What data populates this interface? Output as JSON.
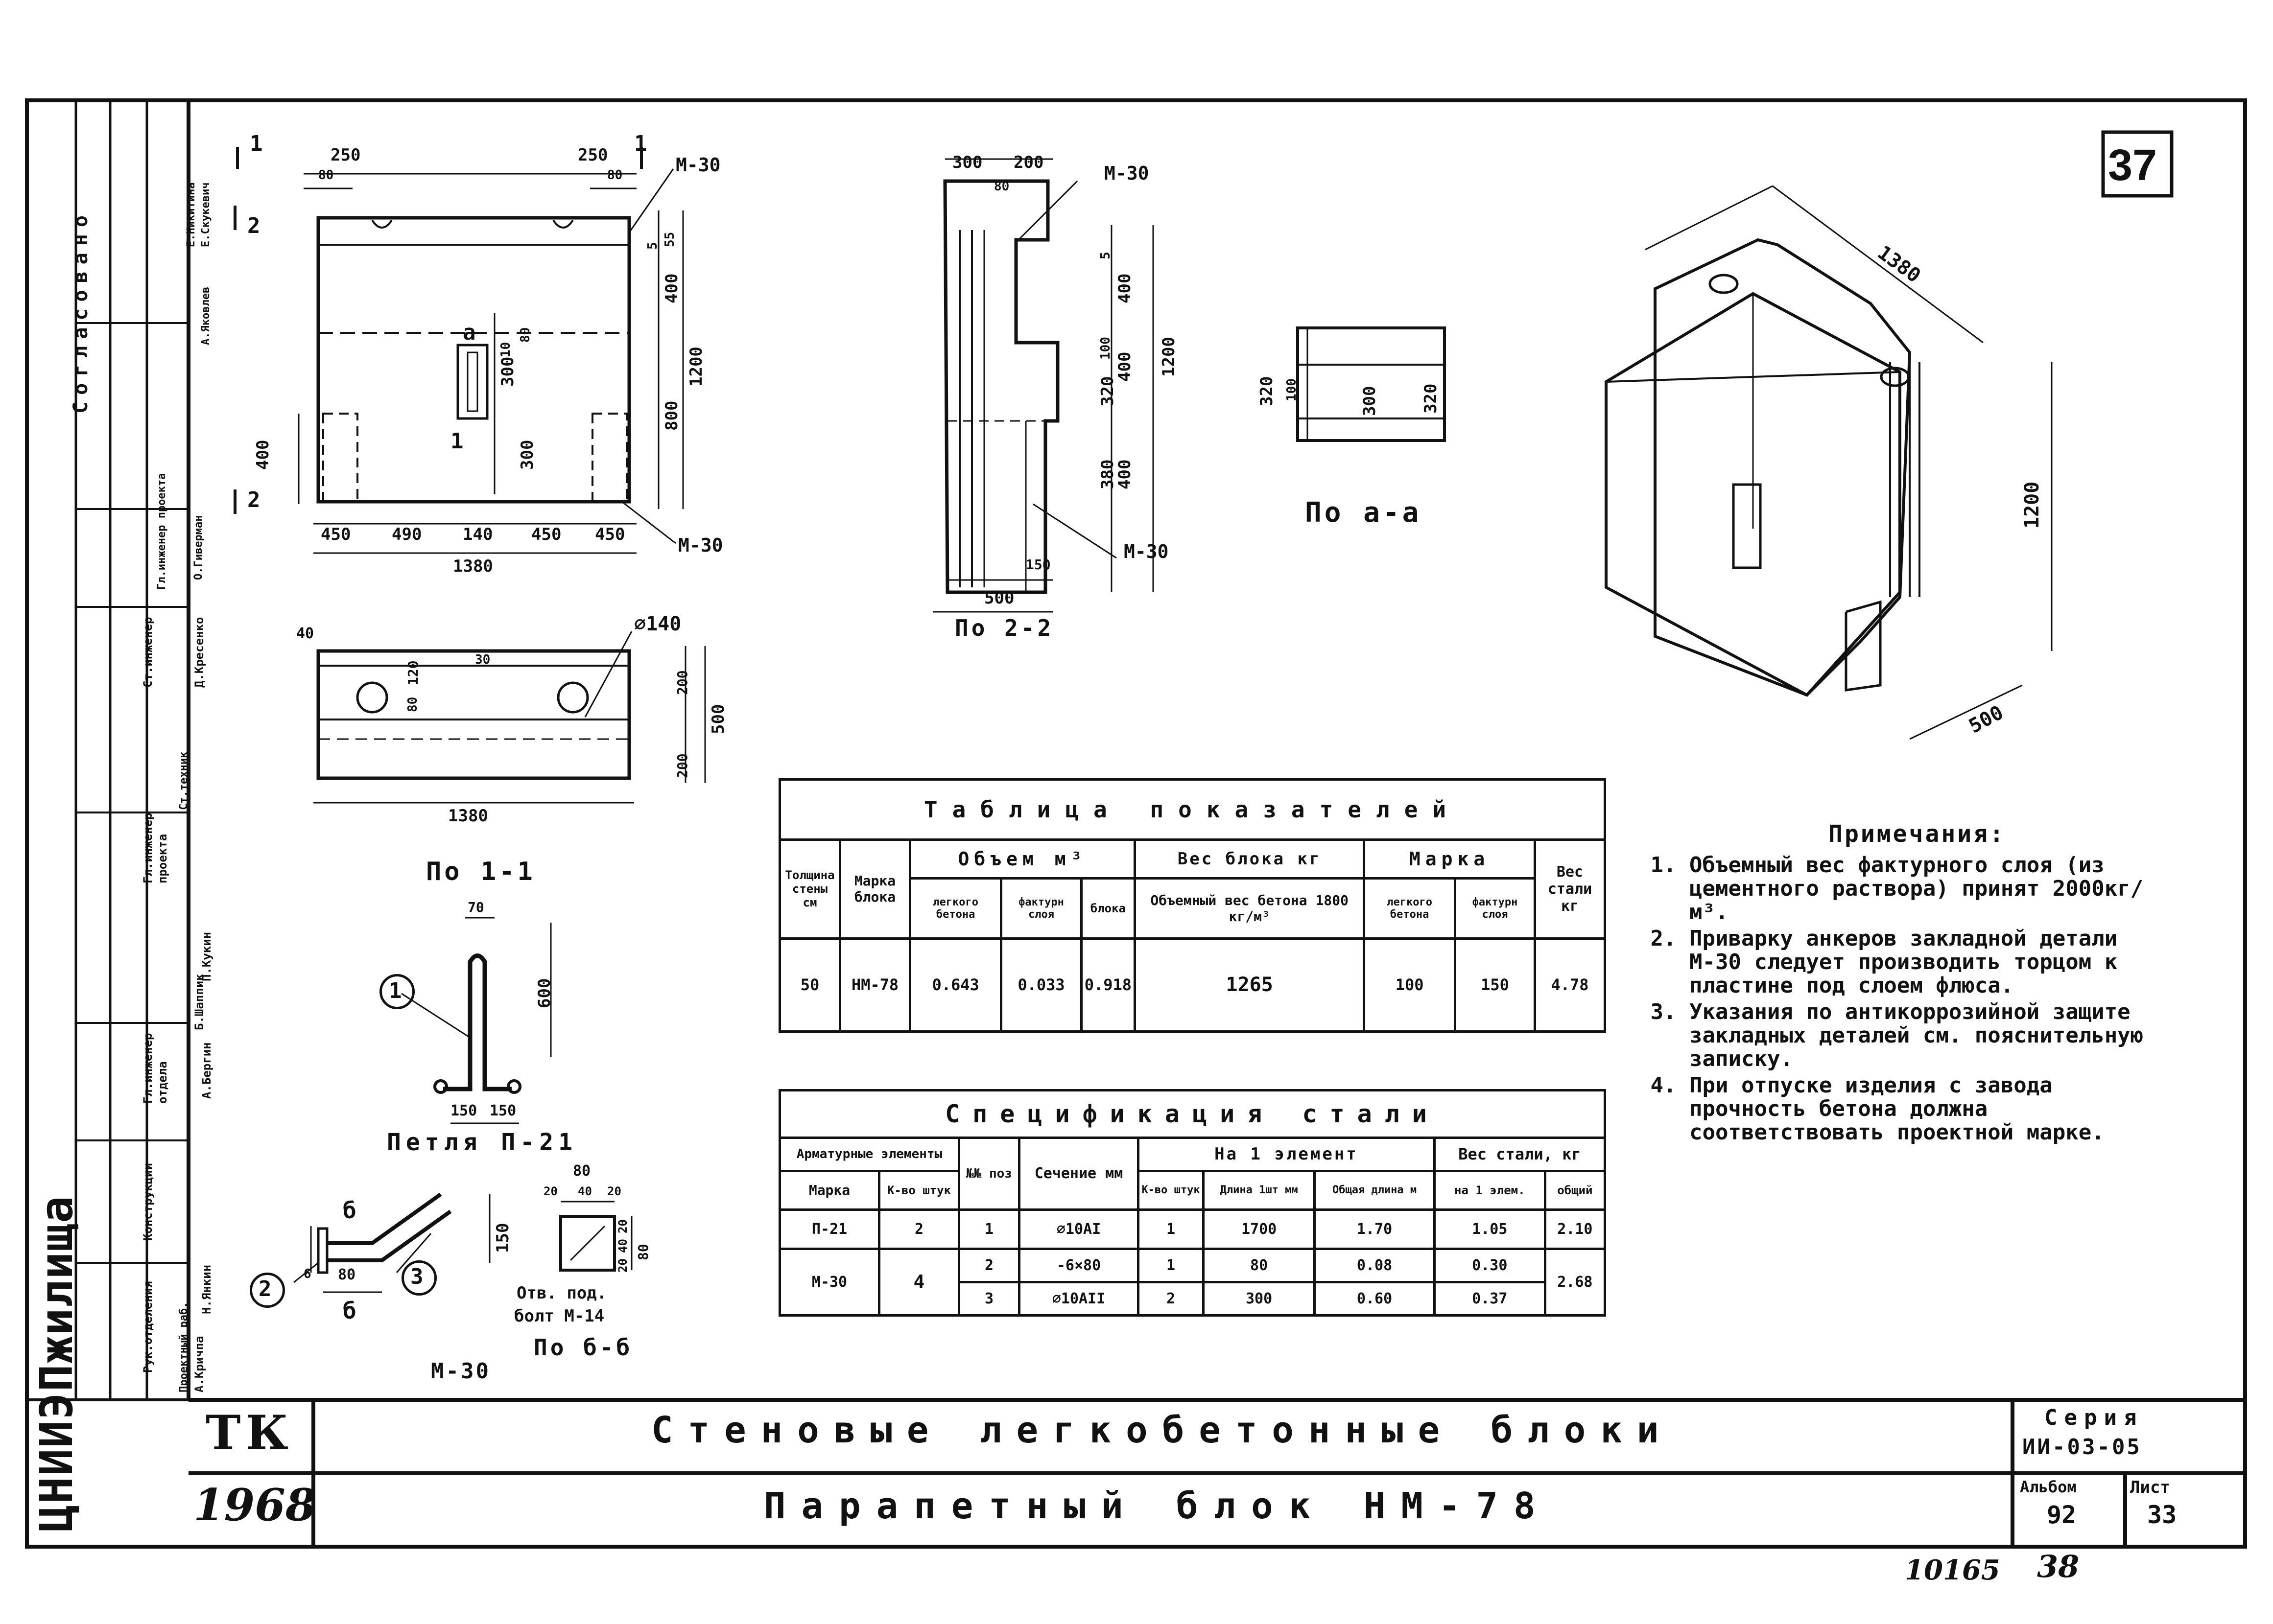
{
  "sheet_number": "37",
  "title_block": {
    "org": "ЦНИИЭПжилища",
    "code": "ТК",
    "year": "1968",
    "line1": "Стеновые легкобетонные блоки",
    "line2": "Парапетный блок НМ-78",
    "series_label": "Серия",
    "series_value": "ИИ-03-05",
    "album_label": "Альбом",
    "album_value": "92",
    "sheet_label": "Лист",
    "sheet_value": "33",
    "footer_inv": "10165",
    "footer_page": "38"
  },
  "side_stamp": {
    "agreed": "Согласовано",
    "rows": [
      [
        "Рук.отделения",
        "Конструкции"
      ],
      [
        "Гл.инженер",
        "отдела"
      ],
      [
        "Гл.инженер",
        "проекта"
      ],
      [
        "Ст.инженер",
        "Гл.инженер проекта"
      ],
      [
        "А.Кричпа",
        "Проектный раб."
      ],
      [
        "Б.Шаппик",
        "Ст.техник"
      ],
      [
        "Д.Кресенко",
        "О.Гиверман"
      ]
    ],
    "names": [
      "Н.Янкин",
      "А.Бергин",
      "П.Кукин",
      "А.Яковлев",
      "Е.Скукевич",
      "Е.Никитина"
    ]
  },
  "views": {
    "front": {
      "dims_top": [
        "250",
        "80",
        "250",
        "80"
      ],
      "dims_bottom": [
        "450",
        "490",
        "140",
        "450",
        "450"
      ],
      "total_width": "1380",
      "dims_right": [
        "55",
        "400",
        "800",
        "1200",
        "5"
      ],
      "dims_left": "400",
      "dims_center": [
        "300",
        "10",
        "300",
        "80"
      ],
      "section_marks": [
        "1",
        "1",
        "2",
        "2"
      ],
      "part_m30_top": "М-30",
      "part_m30_bottom": "М-30",
      "cut_a": "а",
      "mark_1_left": "1"
    },
    "section_2_2": {
      "title": "По 2-2",
      "dims_top": [
        "300",
        "200",
        "80"
      ],
      "dims_right": [
        "5",
        "400",
        "100",
        "320",
        "400",
        "380",
        "1200",
        "400"
      ],
      "dims_bottom": [
        "150",
        "500"
      ],
      "part_m30_top": "М-30",
      "part_m30_bottom": "М-30"
    },
    "section_a_a": {
      "title": "По а-а",
      "dims": [
        "320",
        "100",
        "300",
        "320"
      ]
    },
    "plan_1_1": {
      "title": "По 1-1",
      "dims": [
        "40",
        "120",
        "80",
        "30",
        "500",
        "200",
        "200"
      ],
      "total_width": "1380",
      "dia": "⌀140"
    },
    "loop": {
      "title": "Петля П-21",
      "dims": [
        "70",
        "600",
        "150",
        "150"
      ],
      "pos": "1"
    },
    "m30": {
      "title": "М-30",
      "section_label": "По б-б",
      "dims": [
        "80",
        "20",
        "40",
        "20",
        "150",
        "80",
        "6",
        "20",
        "40",
        "20"
      ],
      "cut_b": "б",
      "cut_b2": "б",
      "pos2": "2",
      "pos3": "3",
      "note": "Отв. под.",
      "bolt": "болт М-14"
    }
  },
  "indicators_table": {
    "title": "Таблица показателей",
    "h_thickness": "Толщина стены см",
    "h_brand": "Марка блока",
    "h_volume": "Объем м³",
    "h_weight": "Вес блока кг",
    "h_grade": "Марка",
    "h_steel": "Вес стали кг",
    "h_vol_light": "легкого бетона",
    "h_vol_fact": "фактурн слоя",
    "h_vol_block": "блока",
    "h_weight_sub": "Объемный вес бетона 1800 кг/м³",
    "h_grade_light": "легкого бетона",
    "h_grade_fact": "фактурн слоя",
    "row": [
      "50",
      "НМ-78",
      "0.643",
      "0.033",
      "0.918",
      "1265",
      "100",
      "150",
      "4.78"
    ]
  },
  "steel_table": {
    "title": "Спецификация стали",
    "h_elements": "Арматурные элементы",
    "h_pos": "№№ поз",
    "h_section": "Сечение мм",
    "h_per_element": "На 1 элемент",
    "h_steel_weight": "Вес стали, кг",
    "h_mark": "Марка",
    "h_qty": "К-во штук",
    "h_count": "К-во штук",
    "h_length": "Длина 1шт мм",
    "h_total_len": "Общая длина м",
    "h_per1": "на 1 элем.",
    "h_total": "общий",
    "rows": [
      [
        "П-21",
        "2",
        "1",
        "⌀10АI",
        "1",
        "1700",
        "1.70",
        "1.05",
        "2.10"
      ],
      [
        "М-30",
        "4",
        "2",
        "-6×80",
        "1",
        "80",
        "0.08",
        "0.30",
        "2.68"
      ],
      [
        "",
        "",
        "3",
        "⌀10АII",
        "2",
        "300",
        "0.60",
        "0.37",
        ""
      ]
    ]
  },
  "axon": {
    "dim_length": "1380",
    "dim_height": "1200",
    "dim_depth": "500"
  },
  "notes": {
    "title": "Примечания:",
    "items": [
      "Объемный вес фактурного слоя (из цементного раствора) принят 2000кг/м³.",
      "Приварку анкеров закладной детали М-30 следует производить торцом к пластине под слоем флюса.",
      "Указания по антикоррозийной защите закладных деталей см. пояснительную записку.",
      "При отпуске изделия с завода прочность бетона должна соответствовать проектной марке."
    ]
  }
}
